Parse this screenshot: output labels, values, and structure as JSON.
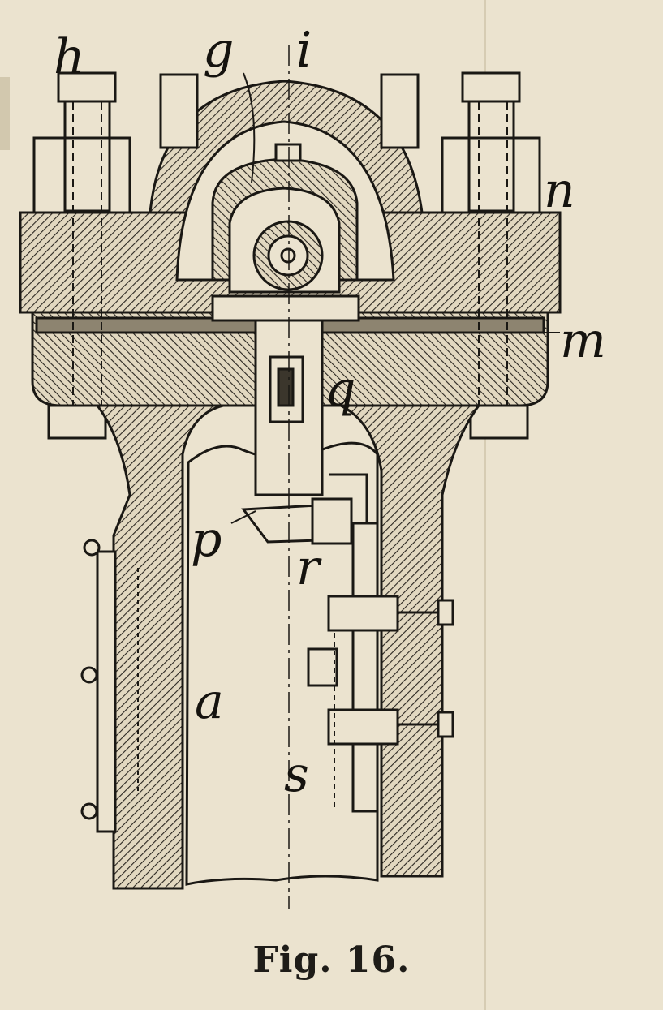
{
  "figure": {
    "caption": "Fig. 16.",
    "labels": {
      "h": "h",
      "g": "g",
      "i": "i",
      "n": "n",
      "m": "m",
      "q": "q",
      "p": "p",
      "r": "r",
      "a": "a",
      "s": "s"
    }
  }
}
